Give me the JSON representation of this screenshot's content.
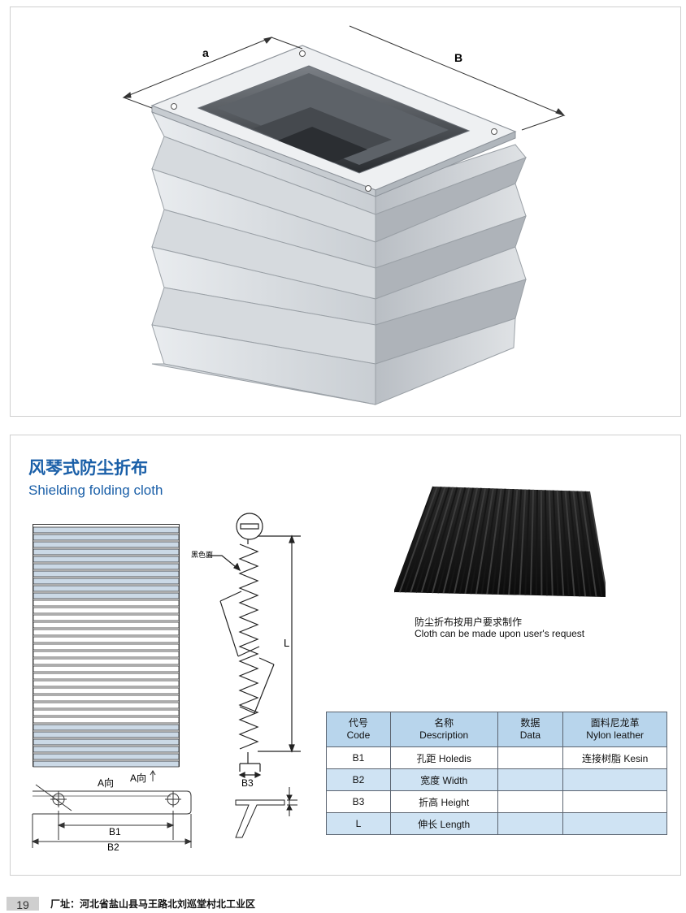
{
  "bellows_illustration": {
    "dim_a": "a",
    "dim_b": "B"
  },
  "section": {
    "title_cn": "风琴式防尘折布",
    "title_en": "Shielding folding cloth"
  },
  "drawing_labels": {
    "direction_a": "A向",
    "direction_a_arrow": "A向",
    "black_cloth": "黑色面",
    "length_l": "L",
    "b1": "B1",
    "b2": "B2",
    "b3": "B3"
  },
  "photo_caption": {
    "cn": "防尘折布按用户要求制作",
    "en": "Cloth can be made upon user's request"
  },
  "spec_table": {
    "headers": [
      {
        "cn": "代号",
        "en": "Code"
      },
      {
        "cn": "名称",
        "en": "Description"
      },
      {
        "cn": "数据",
        "en": "Data"
      },
      {
        "cn": "面料尼龙革",
        "en": "Nylon leather"
      }
    ],
    "rows": [
      {
        "code": "B1",
        "description": "孔距  Holedis",
        "data": "",
        "material": "连接树脂  Kesin"
      },
      {
        "code": "B2",
        "description": "宽度  Width",
        "data": "",
        "material": ""
      },
      {
        "code": "B3",
        "description": "折高  Height",
        "data": "",
        "material": ""
      },
      {
        "code": "L",
        "description": "伸长  Length",
        "data": "",
        "material": ""
      }
    ]
  },
  "footer": {
    "page_number": "19",
    "address": "厂址：河北省盐山县马王路北刘巡堂村北工业区"
  },
  "colors": {
    "accent_blue": "#1a5fa8",
    "table_header_bg": "#b8d5ec",
    "table_alt_row_bg": "#cfe3f3"
  }
}
